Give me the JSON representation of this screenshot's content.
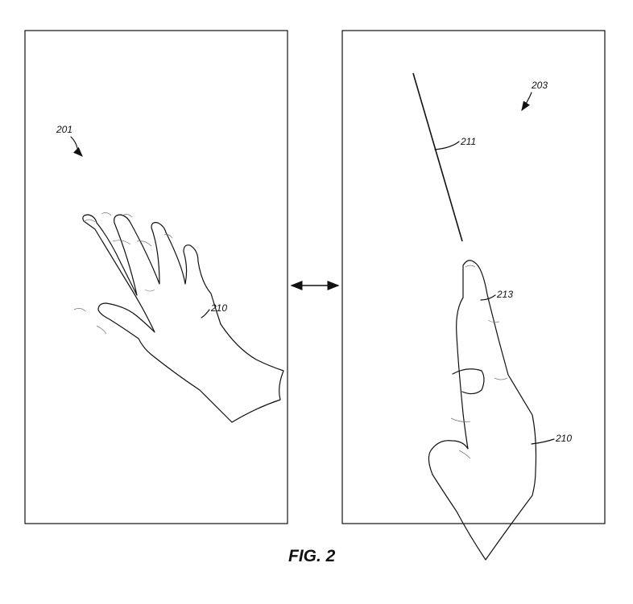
{
  "figure": {
    "caption": "FIG. 2",
    "left_panel": {
      "ref": "201",
      "hand_ref": "210"
    },
    "right_panel": {
      "ref": "203",
      "line_ref": "211",
      "finger_ref": "213",
      "hand_ref": "210"
    }
  }
}
